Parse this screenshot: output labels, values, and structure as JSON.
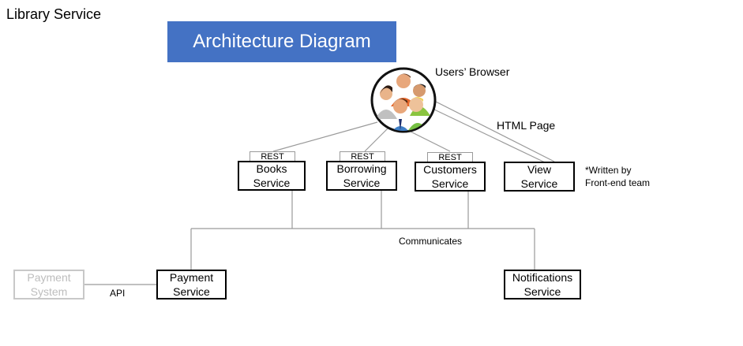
{
  "page": {
    "title": "Library Service"
  },
  "banner": {
    "title": "Architecture Diagram"
  },
  "users": {
    "label": "Users’ Browser"
  },
  "labels": {
    "html_page": "HTML Page",
    "communicates": "Communicates",
    "api": "API",
    "front_end_note": "*Written by\nFront-end team"
  },
  "services": {
    "books": {
      "label": "Books\nService",
      "tag": "REST"
    },
    "borrowing": {
      "label": "Borrowing\nService",
      "tag": "REST"
    },
    "customers": {
      "label": "Customers\nService",
      "tag": "REST"
    },
    "view": {
      "label": "View\nService"
    },
    "payment": {
      "label": "Payment\nService"
    },
    "notifications": {
      "label": "Notifications\nService"
    },
    "payment_system": {
      "label": "Payment\nSystem"
    }
  },
  "colors": {
    "banner": "#4472c4",
    "faded": "#c8c8c8",
    "connector": "#9a9a9a"
  }
}
